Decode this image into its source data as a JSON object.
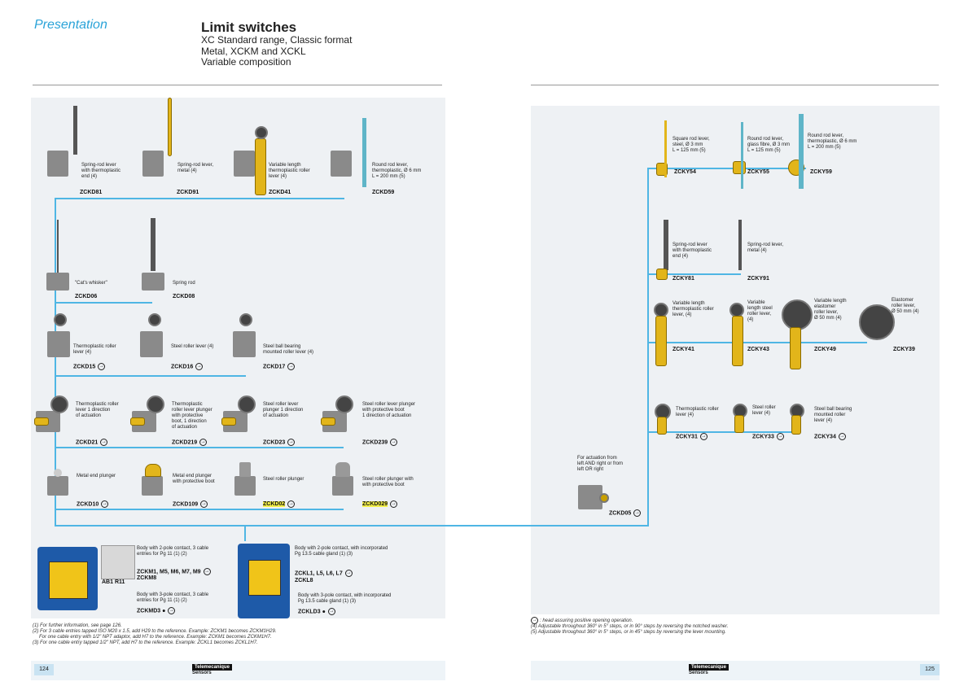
{
  "header": {
    "section": "Presentation",
    "title": "Limit switches",
    "sub1": "XC Standard range, Classic format",
    "sub2": "Metal, XCKM and XCKL",
    "sub3": "Variable composition"
  },
  "left": {
    "row1": [
      {
        "ref": "ZCKD81",
        "d1": "Spring-rod lever",
        "d2": "with thermoplastic",
        "d3": "end (4)"
      },
      {
        "ref": "ZCKD91",
        "d1": "Spring-rod lever,",
        "d2": "metal (4)",
        "d3": ""
      },
      {
        "ref": "ZCKD41",
        "d1": "Variable length",
        "d2": "thermoplastic roller",
        "d3": "lever (4)"
      },
      {
        "ref": "ZCKD59",
        "d1": "Round rod lever,",
        "d2": "thermoplastic, Ø 6 mm",
        "d3": "L = 200 mm (5)"
      }
    ],
    "row2": [
      {
        "ref": "ZCKD06",
        "d1": "\"Cat's whisker\""
      },
      {
        "ref": "ZCKD08",
        "d1": "Spring rod"
      }
    ],
    "row3": [
      {
        "ref": "ZCKD15",
        "d1": "Thermoplastic roller",
        "d2": "lever (4)"
      },
      {
        "ref": "ZCKD16",
        "d1": "Steel roller lever (4)",
        "d2": ""
      },
      {
        "ref": "ZCKD17",
        "d1": "Steel ball bearing",
        "d2": "mounted roller lever (4)"
      }
    ],
    "row4": [
      {
        "ref": "ZCKD21",
        "d1": "Thermoplastic roller",
        "d2": "lever 1 direction",
        "d3": "of actuation",
        "d4": ""
      },
      {
        "ref": "ZCKD219",
        "d1": "Thermoplastic",
        "d2": "roller lever plunger",
        "d3": "with protective",
        "d4": "boot, 1 direction",
        "d5": "of actuation"
      },
      {
        "ref": "ZCKD23",
        "d1": "Steel roller lever",
        "d2": "plunger 1 direction",
        "d3": "of actuation",
        "d4": ""
      },
      {
        "ref": "ZCKD239",
        "d1": "Steel roller lever plunger",
        "d2": "with protective boot",
        "d3": "1 direction of actuation",
        "d4": ""
      }
    ],
    "row5": [
      {
        "ref": "ZCKD10",
        "d1": "Metal end plunger",
        "d2": ""
      },
      {
        "ref": "ZCKD109",
        "d1": "Metal end plunger",
        "d2": "with protective boot"
      },
      {
        "ref": "ZCKD02",
        "d1": "Steel roller plunger",
        "d2": ""
      },
      {
        "ref": "ZCKD029",
        "d1": "Steel roller plunger with",
        "d2": "with protective boot"
      }
    ],
    "bodies": {
      "b1d1": "Body with 2-pole contact, 3 cable",
      "b1d2": "entries for Pg 11 (1) (2)",
      "b1ref": "ZCKM1, M5, M6, M7, M9",
      "b1ref2": "ZCKM8",
      "ab1": "AB1 R11",
      "b2d1": "Body with 3-pole contact, 3 cable",
      "b2d2": "entries for Pg 11 (1) (2)",
      "b2ref": "ZCKMD3",
      "b3d1": "Body with 2-pole contact, with incorporated",
      "b3d2": "Pg 13.5 cable gland (1) (3)",
      "b3ref": "ZCKL1, L5, L6, L7",
      "b3ref2": "ZCKL8",
      "b4d1": "Body with 3-pole contact, with incorporated",
      "b4d2": "Pg 13.5 cable gland (1) (3)",
      "b4ref": "ZCKLD3"
    },
    "notes": [
      "(1) For further information, see page 126.",
      "(2) For 3 cable entries tapped ISO M20 x 1.5, add H29 to the reference. Example: ZCKM1 becomes ZCKM1H29.",
      "For one cable entry with 1/2\" NPT adaptor, add H7 to the reference. Example: ZCKM1 becomes ZCKM1H7.",
      "(3) For one cable entry tapped 1/2\" NPT, add H7 to the reference. Example: ZCKL1 becomes ZCKL1H7."
    ],
    "page": "124"
  },
  "right": {
    "row1": [
      {
        "ref": "ZCKY54",
        "d1": "Square rod lever,",
        "d2": "steel, Ø 3 mm",
        "d3": "L = 125 mm (5)"
      },
      {
        "ref": "ZCKY55",
        "d1": "Round rod lever,",
        "d2": "glass fibre, Ø 3 mm",
        "d3": "L = 125 mm (5)"
      },
      {
        "ref": "ZCKY59",
        "d1": "Round rod lever,",
        "d2": "thermoplastic, Ø 6 mm",
        "d3": "L = 200 mm (5)"
      }
    ],
    "row2": [
      {
        "ref": "ZCKY81",
        "d1": "Spring-rod lever",
        "d2": "with thermoplastic",
        "d3": "end (4)"
      },
      {
        "ref": "ZCKY91",
        "d1": "Spring-rod lever,",
        "d2": "metal (4)",
        "d3": ""
      }
    ],
    "row3": [
      {
        "ref": "ZCKY41",
        "d1": "Variable length",
        "d2": "thermoplastic roller",
        "d3": "lever, (4)",
        "d4": ""
      },
      {
        "ref": "ZCKY43",
        "d1": "Variable",
        "d2": "length steel",
        "d3": "roller lever,",
        "d4": "(4)"
      },
      {
        "ref": "ZCKY49",
        "d1": "Variable length",
        "d2": "elastomer",
        "d3": "roller lever,",
        "d4": "Ø 50 mm (4)"
      },
      {
        "ref": "ZCKY39",
        "d1": "Elastomer",
        "d2": "roller lever,",
        "d3": "Ø 50 mm (4)",
        "d4": ""
      }
    ],
    "row4": [
      {
        "ref": "ZCKY31",
        "d1": "Thermoplastic roller",
        "d2": "lever (4)",
        "d3": ""
      },
      {
        "ref": "ZCKY33",
        "d1": "Steel roller",
        "d2": "lever (4)",
        "d3": ""
      },
      {
        "ref": "ZCKY34",
        "d1": "Steel ball bearing",
        "d2": "mounted roller",
        "d3": "lever (4)"
      }
    ],
    "head": {
      "ref": "ZCKD05",
      "d1": "For actuation from",
      "d2": "left AND right or from",
      "d3": "left OR right"
    },
    "notes": [
      ": head assuring positive opening operation.",
      "(4) Adjustable throughout 360° in 5° steps, or in 90° steps by reversing the notched washer.",
      "(5) Adjustable throughout 360° in 5° steps, or in 45° steps by reversing the lever mounting."
    ],
    "page": "125"
  },
  "brand": {
    "name": "Telemecanique",
    "sub": "Sensors"
  },
  "colors": {
    "accent": "#2aa3d8",
    "line": "#4fb6e4",
    "lever": "#e2b51a",
    "body": "#1e5aa8",
    "highlight": "#f3f04a"
  }
}
